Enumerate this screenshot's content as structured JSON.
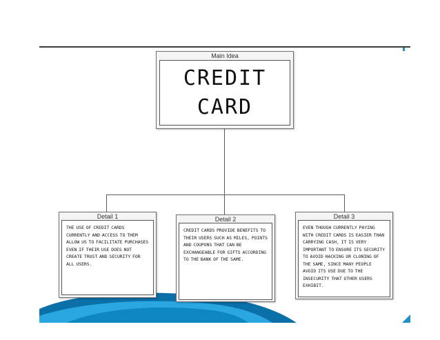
{
  "diagram": {
    "main": {
      "label": "Main Idea",
      "title_line1": "CREDIT",
      "title_line2": "CARD"
    },
    "details": [
      {
        "label": "Detail 1",
        "text": "The use of credit cards currently and access to them allow us to facilitate purchases even if their use does not create trust and security for all users."
      },
      {
        "label": "Detail 2",
        "text": "Credit cards provide benefits to their users such as miles, points and coupons that can be exchangeable for gifts according to the bank of the same."
      },
      {
        "label": "Detail 3",
        "text": "Even though currently paying with credit cards is easier than carrying cash, it is very important to ensure its security to avoid hacking or cloning of the same, since many people avoid its use due to the insecurity that other users exhibit."
      }
    ]
  },
  "colors": {
    "accent": "#1e8fc8",
    "swoosh_dark": "#0b6fa8",
    "swoosh_light": "#2aa6e0"
  }
}
